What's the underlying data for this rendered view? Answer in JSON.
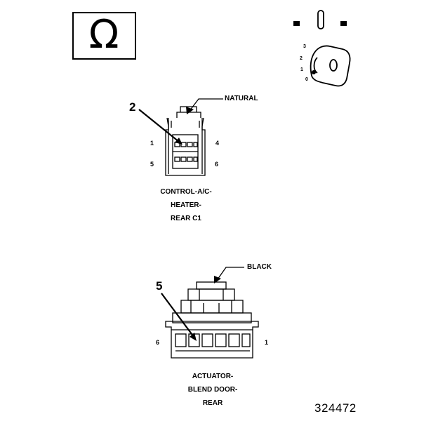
{
  "ohm_symbol": "Ω",
  "key_positions": [
    "3",
    "2",
    "1",
    "0"
  ],
  "connector_top": {
    "callout_number": "2",
    "color_label": "NATURAL",
    "pin_labels": {
      "top_left": "1",
      "top_right": "4",
      "bottom_left": "5",
      "bottom_right": "6"
    },
    "caption_lines": [
      "CONTROL-A/C-",
      "HEATER-",
      "REAR C1"
    ]
  },
  "connector_bottom": {
    "callout_number": "5",
    "color_label": "BLACK",
    "pin_labels": {
      "left": "6",
      "right": "1"
    },
    "caption_lines": [
      "ACTUATOR-",
      "BLEND DOOR-",
      "REAR"
    ]
  },
  "figure_id": "324472"
}
